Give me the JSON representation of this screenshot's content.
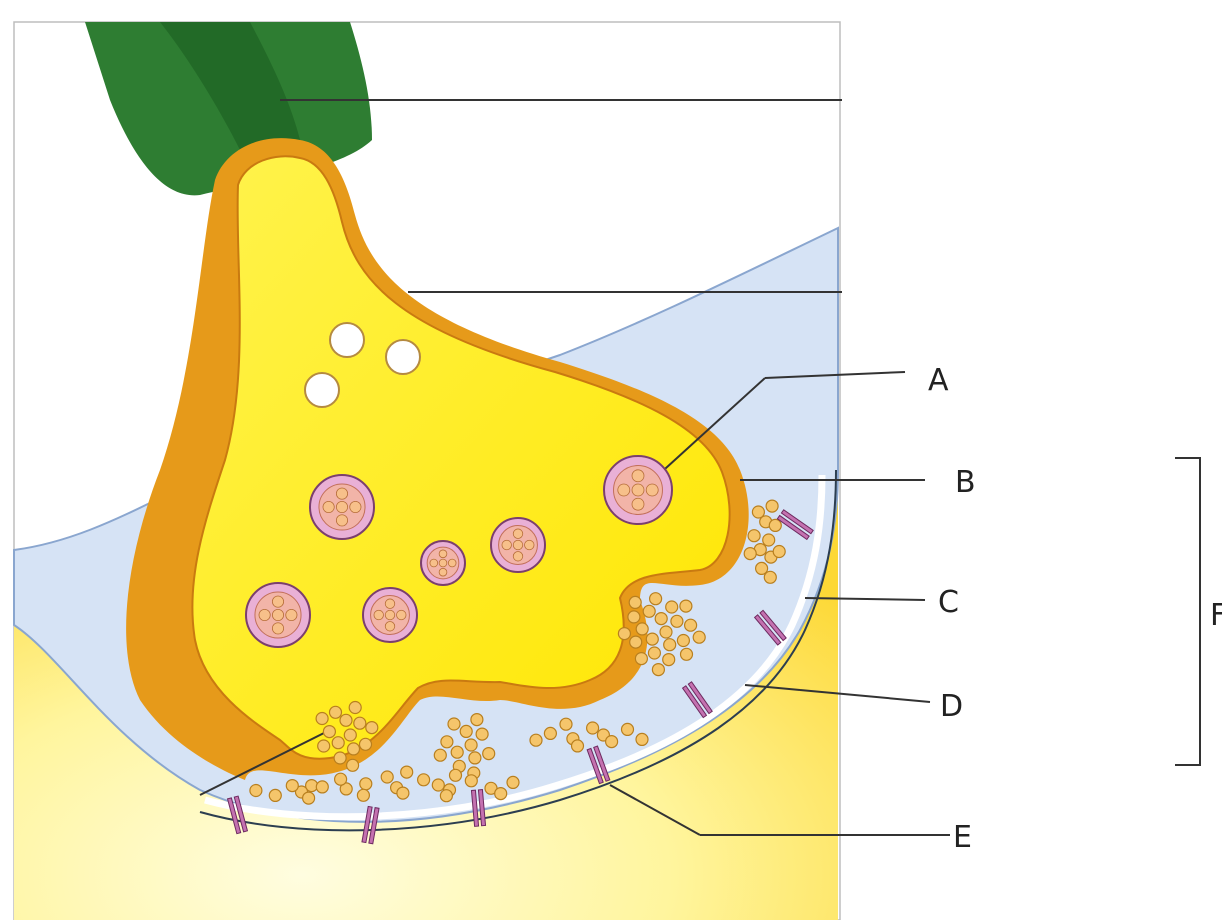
{
  "labels": {
    "A": "A",
    "B": "B",
    "C": "C",
    "D": "D",
    "E": "E",
    "F": "F"
  },
  "colors": {
    "axon_sheath": "#2e7d32",
    "terminal_fill": "#ffeb3b",
    "terminal_edge": "#e69a1a",
    "cleft_fluid": "#d6e3f5",
    "vesicle": "#f5c56b",
    "receptor": "#c471b0",
    "postsynaptic": "#fff176"
  }
}
